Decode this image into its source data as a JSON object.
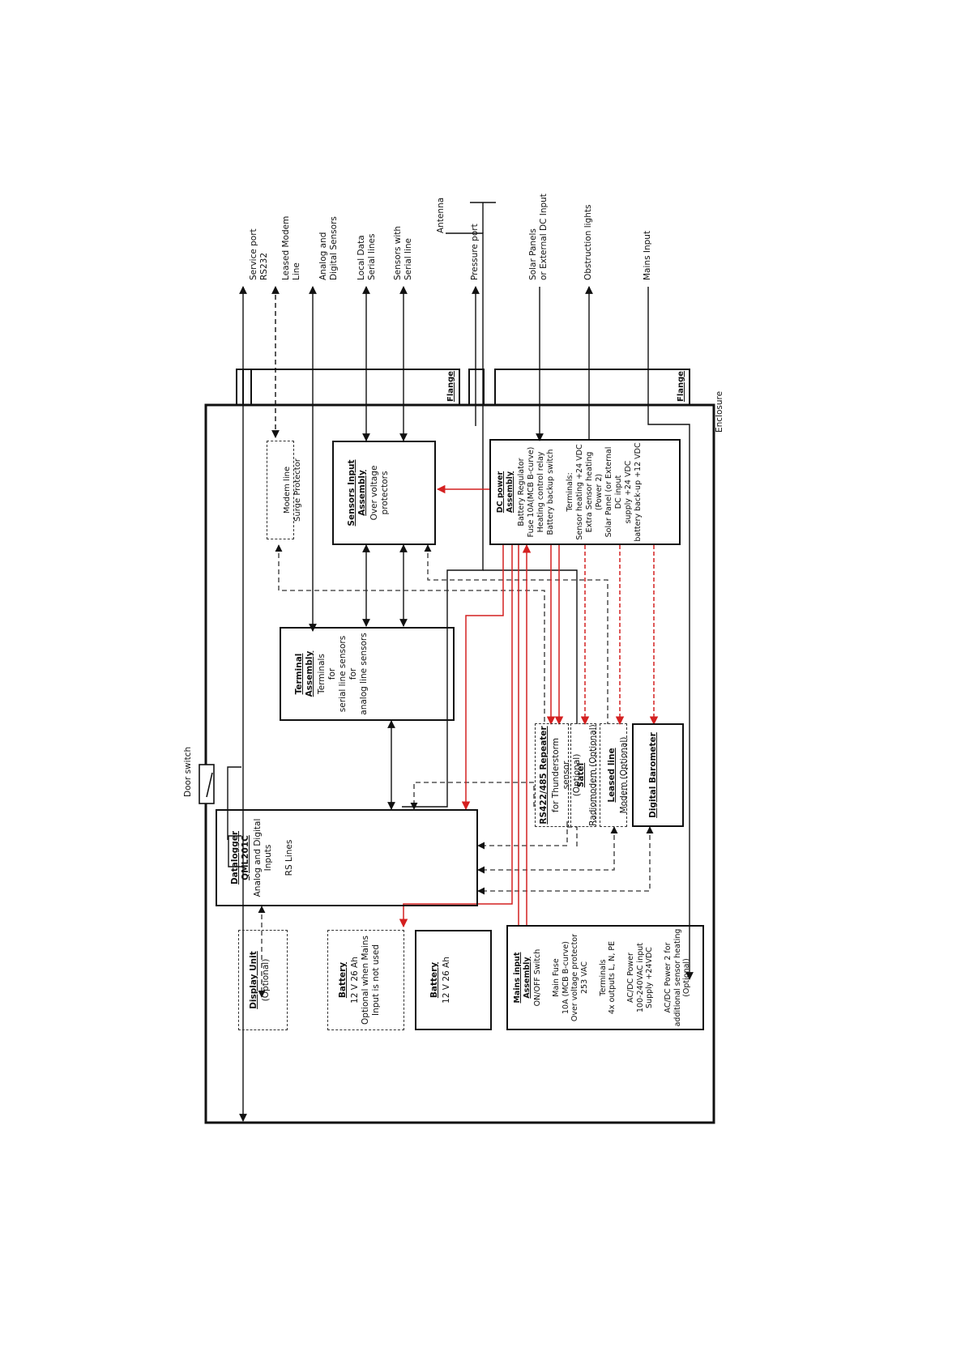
{
  "external": {
    "mains_input": "Mains Input",
    "obstruction_lights": "Obstruction lights",
    "solar_panels": "Solar Panels\nor External DC Input",
    "pressure_port": "Pressure port",
    "antenna": "Antenna",
    "sensors_serial": "Sensors with\nSerial line",
    "local_data": "Local Data\nSerial lines",
    "analog_digital": "Analog and\nDigital Sensors",
    "leased_modem": "Leased Modem\nLine",
    "service_port": "Service port\nRS232"
  },
  "flange_label": "Flange",
  "enclosure_label": "Enclosure",
  "door_switch_label": "Door switch",
  "blocks": {
    "dc_power": {
      "title": "DC power\nAssembly",
      "body": "Battery Regulator\nFuse 10A(MCB B-curve)\nHeating control relay\nBattery backup switch\n\nTerminals:\nSensor heating +24 VDC\nExtra Sensor heating\n(Power 2)\nSolar Panel (or External\nDC input\nsupply +24 VDC\nbattery back-up +12 VDC"
    },
    "sensors_input": {
      "title": "Sensors Input\nAssembly",
      "body": "Over voltage\nprotectors"
    },
    "modem_surge": {
      "title": "",
      "body": "Modem line\nSurge Protector"
    },
    "terminal": {
      "title": "Terminal\nAssembly",
      "body": "Terminals\nfor\nserial line sensors\nfor\nanalog line sensors"
    },
    "digital_barometer": {
      "title": "Digital Barometer",
      "body": ""
    },
    "leased_line": {
      "title": "Leased line",
      "body": "Modem (Optional)"
    },
    "satel": {
      "title": "Satel",
      "body": "Radiomodem (Optional)"
    },
    "rs422": {
      "title": "RS422/485 Repeater",
      "body": "for Thunderstorm sensor\n(Optional)"
    },
    "datalogger": {
      "title": "Datalogger\nQML201C",
      "body": "Analog and Digital\nInputs\n\nRS Lines"
    },
    "mains_assembly": {
      "title": "Mains input\nAssembly",
      "body": "ON/OFF Switch\n\nMain Fuse\n10A (MCB B-curve)\nOver voltage protector\n253 VAC\n\nTerminals\n4x outputs L, N, PE\n\nAC/DC Power\n100-240VAC input\nSupply +24VDC\n\nAC/DC Power 2 for\nadditional sensor heating\n(Optional)"
    },
    "battery_main": {
      "title": "Battery",
      "body": "12 V 26 Ah"
    },
    "battery_optional": {
      "title": "Battery",
      "body": "12 V 26 Ah\nOptional when Mains\nInput is not used"
    },
    "display_unit": {
      "title": "Display Unit",
      "body": "(Optional)"
    }
  }
}
